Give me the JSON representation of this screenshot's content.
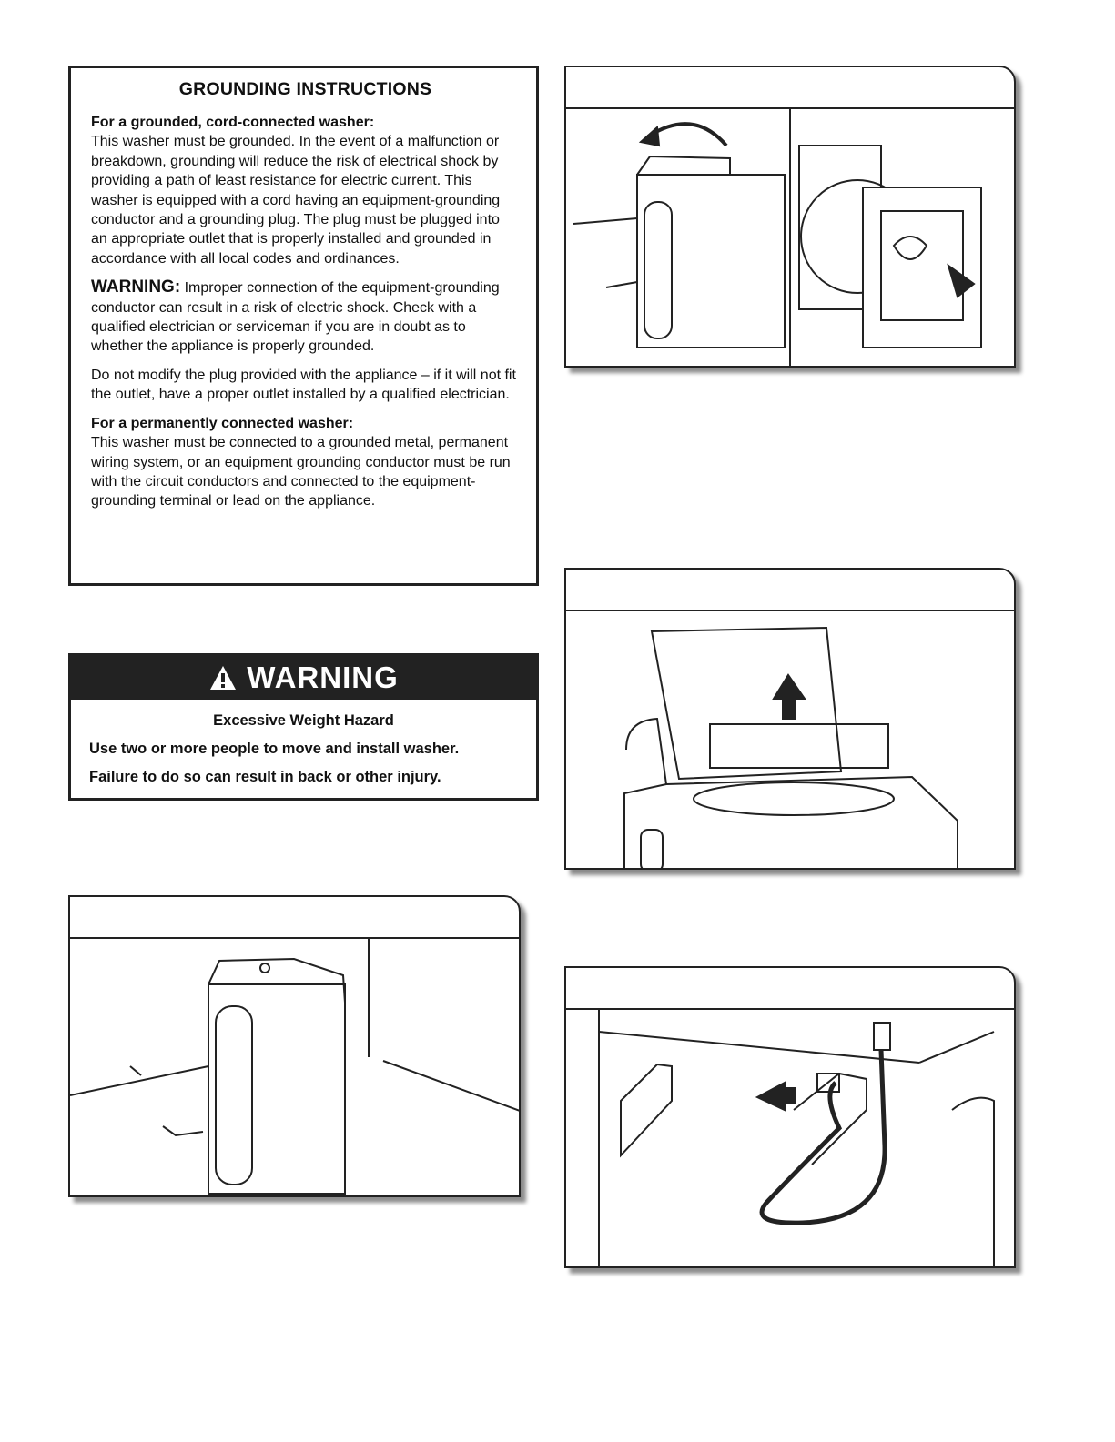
{
  "grounding": {
    "title": "GROUNDING INSTRUCTIONS",
    "cord_heading": "For a grounded, cord-connected washer:",
    "cord_text": "This washer must be grounded. In the event of a malfunction or breakdown, grounding will reduce the risk of electrical shock by providing a path of least resistance for electric current. This washer is equipped with a cord having an equipment-grounding conductor and a grounding plug. The plug must be plugged into an appropriate outlet that is properly installed and grounded in accordance with all local codes and ordinances.",
    "warning_word": "WARNING:",
    "warning_text": "Improper connection of the equipment-grounding conductor can result in a risk of electric shock. Check with a qualified electrician or serviceman if you are in doubt as to whether the appliance is properly grounded.",
    "modify_text": "Do not modify the plug provided with the appliance – if it will not fit the outlet, have a proper outlet installed by a qualified electrician.",
    "perm_heading": "For a permanently connected washer:",
    "perm_text": "This washer must be connected to a grounded metal, permanent wiring system, or an equipment grounding conductor must be run with the circuit conductors and connected to the equipment-grounding terminal or lead on the appliance."
  },
  "warning_box": {
    "title": "WARNING",
    "hazard": "Excessive Weight Hazard",
    "line1": "Use two or more people to move and install washer.",
    "line2": "Failure to do so can result in back or other injury."
  },
  "icons": {
    "hazard": "warning-triangle-icon"
  },
  "colors": {
    "ink": "#222222",
    "paper": "#ffffff"
  }
}
